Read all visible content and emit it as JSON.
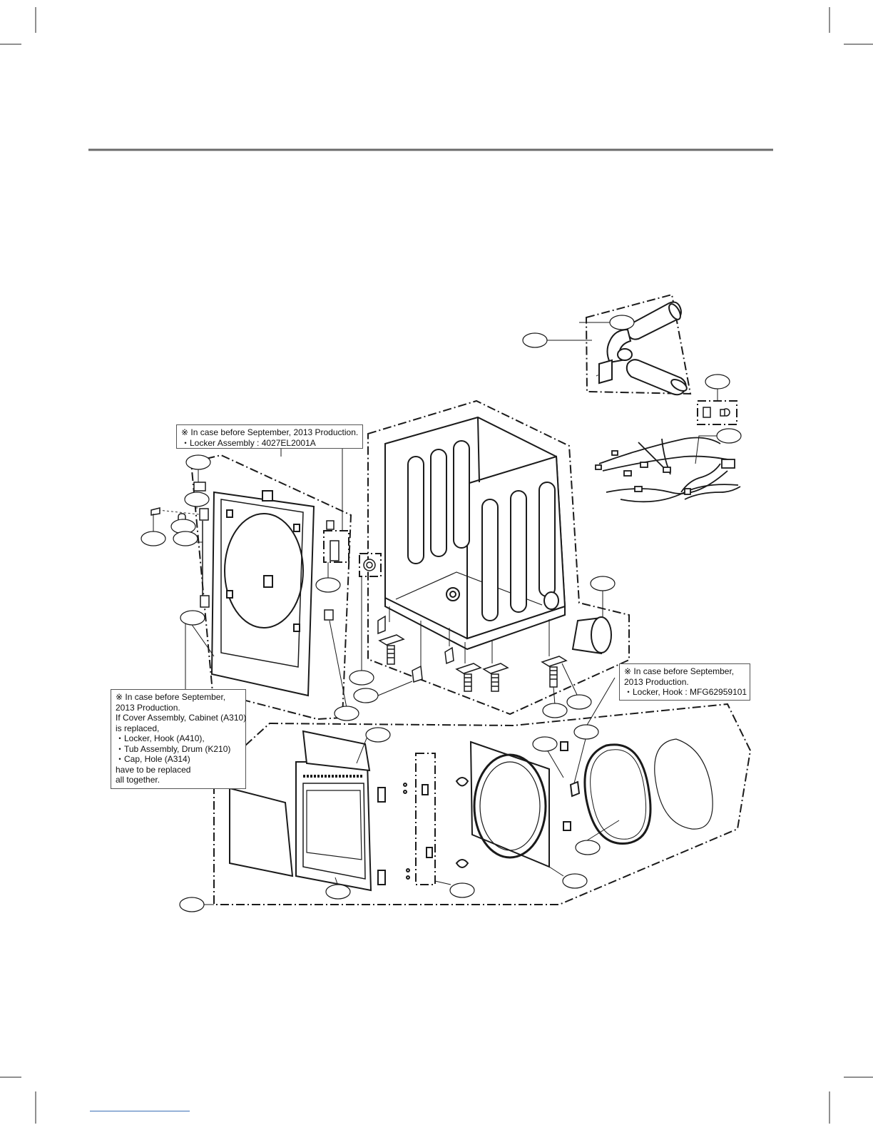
{
  "colors": {
    "line": "#1a1a1a",
    "header_rule": "#6b6b6b",
    "bottom_rule": "#3a6fb5"
  },
  "notes": {
    "locker_assembly": {
      "lines": [
        "※ In case before September, 2013 Production.",
        "・Locker Assembly : 4027EL2001A"
      ]
    },
    "locker_hook": {
      "lines": [
        "※ In case before September,",
        "2013 Production.",
        "・Locker, Hook : MFG62959101"
      ]
    },
    "cover_cabinet": {
      "lines": [
        "※ In case before September,",
        "2013 Production.",
        "If Cover Assembly, Cabinet (A310)",
        "is replaced,",
        "・Locker, Hook (A410),",
        "・Tub Assembly, Drum (K210)",
        "・Cap, Hole (A314)",
        "have to be replaced",
        "all together."
      ]
    }
  },
  "part_callouts": [
    {
      "id": "exhaust-kit",
      "label": ""
    },
    {
      "id": "screw-kit",
      "label": ""
    },
    {
      "id": "wire-harness",
      "label": ""
    },
    {
      "id": "cabinet",
      "label": ""
    },
    {
      "id": "duct",
      "label": ""
    },
    {
      "id": "top-plate",
      "label": ""
    },
    {
      "id": "hinge",
      "label": ""
    },
    {
      "id": "screw-top",
      "label": ""
    },
    {
      "id": "pad",
      "label": ""
    },
    {
      "id": "bracket",
      "label": ""
    },
    {
      "id": "locker",
      "label": ""
    },
    {
      "id": "top-frame",
      "label": ""
    },
    {
      "id": "lamp",
      "label": ""
    },
    {
      "id": "leg-left",
      "label": ""
    },
    {
      "id": "leg-mid",
      "label": ""
    },
    {
      "id": "leg-right",
      "label": ""
    },
    {
      "id": "foot",
      "label": ""
    },
    {
      "id": "hook",
      "label": ""
    },
    {
      "id": "panel-trim",
      "label": ""
    },
    {
      "id": "latch-strip",
      "label": ""
    },
    {
      "id": "door-frame",
      "label": ""
    },
    {
      "id": "door-outer",
      "label": ""
    },
    {
      "id": "gasket",
      "label": ""
    },
    {
      "id": "holder",
      "label": ""
    },
    {
      "id": "front-frame",
      "label": ""
    },
    {
      "id": "door-panel",
      "label": ""
    }
  ]
}
